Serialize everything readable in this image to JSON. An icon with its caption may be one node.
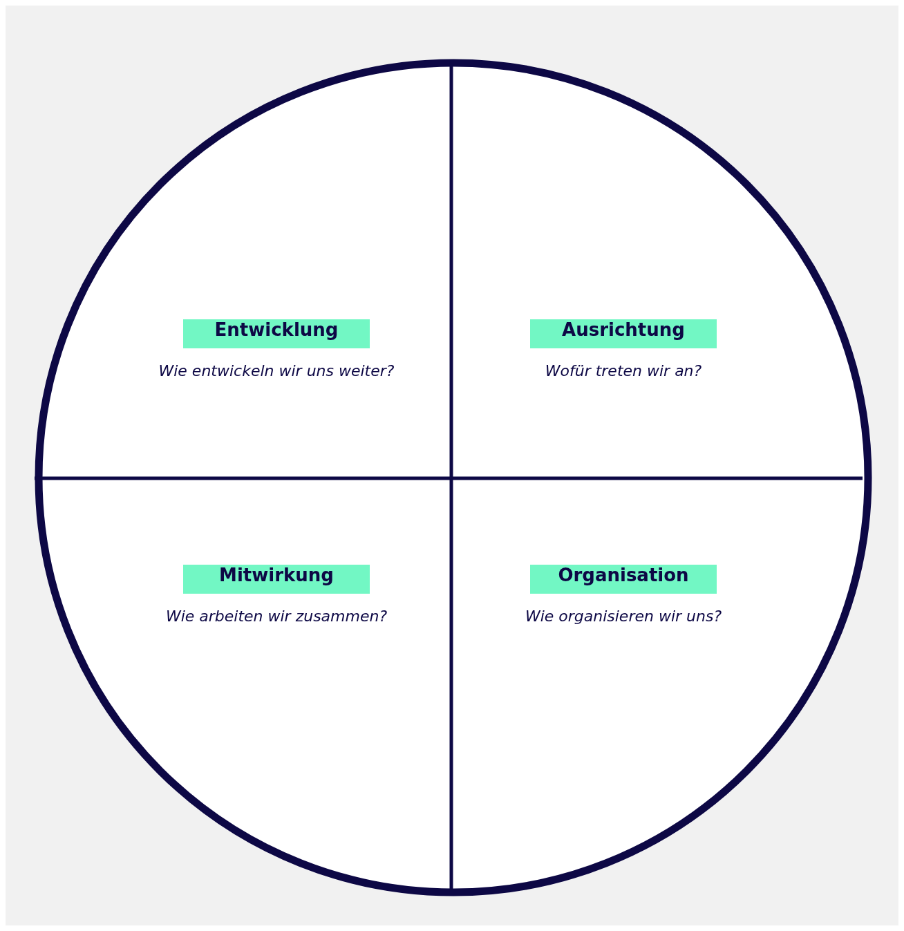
{
  "diagram": {
    "nodes": [
      {
        "text": [],
        "shape": "circle"
      },
      {
        "text": [
          "Entwicklung"
        ],
        "in": 0,
        "beside": [
          "Wie entwickeln wir uns weiter?"
        ]
      },
      {
        "text": [
          "Ausrichtung"
        ],
        "in": 0,
        "beside": [
          "Wofür treten wir an?"
        ]
      },
      {
        "text": [
          "Mitwirkung"
        ],
        "in": 0,
        "beside": [
          "Wie arbeiten wir zusammen?"
        ]
      },
      {
        "text": [
          "Organisation"
        ],
        "in": 0,
        "beside": [
          "Wie organisieren wir uns?"
        ]
      }
    ]
  }
}
